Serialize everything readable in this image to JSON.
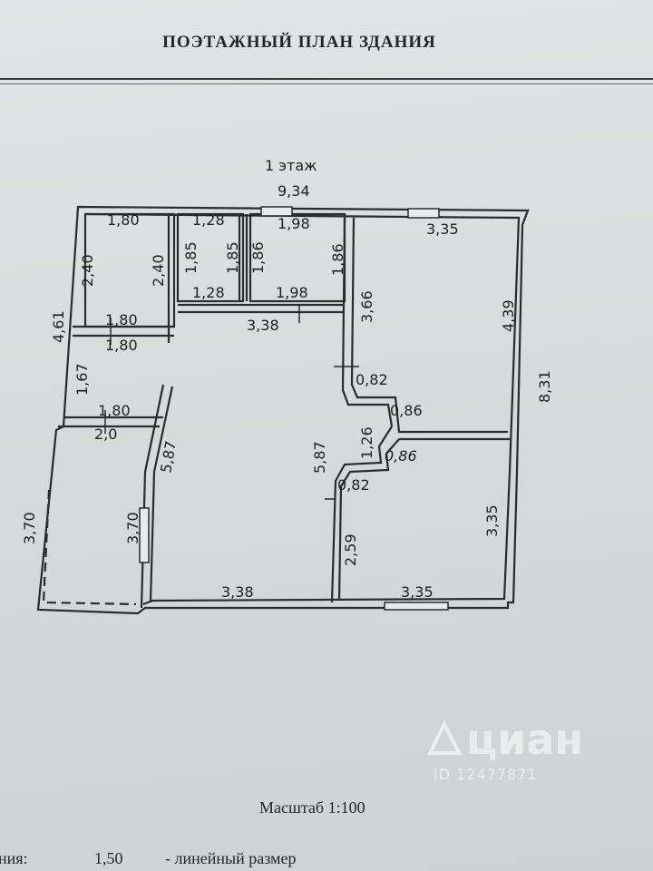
{
  "header": {
    "title": "ПОЭТАЖНЫЙ ПЛАН ЗДАНИЯ"
  },
  "plan": {
    "floor_label": "1 этаж",
    "dimensions": {
      "overall_width": "9,34",
      "wc_top": "1,80",
      "bath_top": "1,28",
      "hall_top": "1,98",
      "room_top": "3,35",
      "wc_height": "2,40",
      "wc_height_inner": "2,40",
      "bath_height_a": "1,85",
      "bath_height_b": "1,85",
      "bath_height_c": "1,86",
      "hall_height": "1,86",
      "corridor_height": "3,66",
      "room_right_height": "4,39",
      "overall_height": "8,31",
      "left_height": "4,61",
      "bath_bottom": "1,28",
      "hall_bottom": "1,98",
      "living_width_top": "3,38",
      "wc_bottom_a": "1,80",
      "wc_bottom_b": "1,80",
      "niche_height": "1,67",
      "porch_width_a": "1,80",
      "porch_width_b": "2,0",
      "living_height": "5,87",
      "corridor_width": "0,82",
      "diag_a": "0,86",
      "diag_b": "0,86",
      "diag_height": "1,26",
      "kitchen_height": "5,87",
      "corridor_width_b": "0,82",
      "terrace_height": "3,70",
      "terrace_height_inner": "3,70",
      "bedroom_height": "2,59",
      "bedroom2_height": "3,35",
      "living_width_bottom": "3,38",
      "bedroom2_width": "3,35"
    }
  },
  "footer": {
    "scale": "Масштаб 1:100",
    "legend_label": "ния:",
    "legend_value": "1,50",
    "legend_text": "- линейный размер"
  },
  "watermark": {
    "brand": "циан",
    "id": "ID 12477871"
  },
  "colors": {
    "paper": "#d8dadb",
    "ink": "#202020",
    "wall": "#2b2b2b"
  }
}
